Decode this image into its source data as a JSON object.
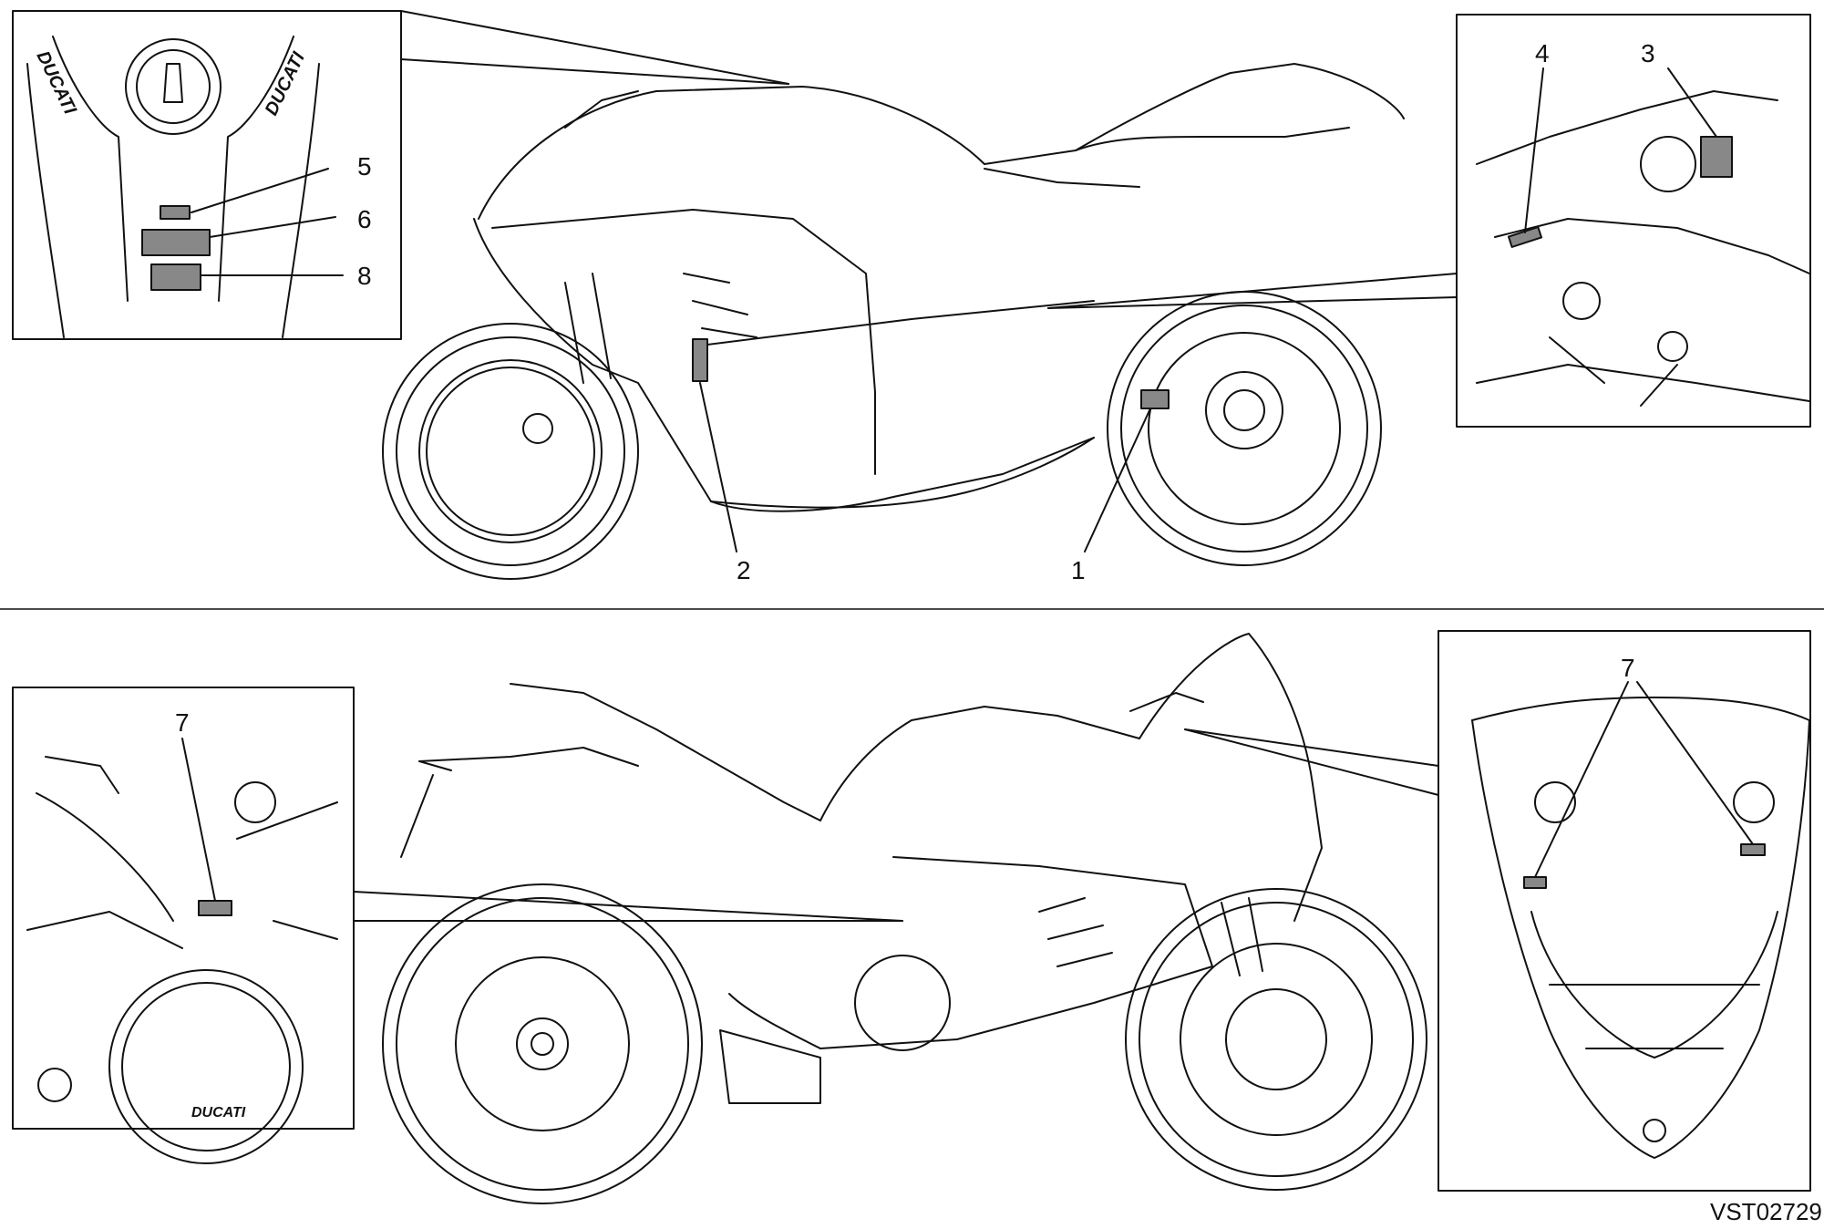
{
  "diagram": {
    "figure_code": "VST02729",
    "top_view": {
      "callouts": [
        "1",
        "2"
      ],
      "inset_tank": {
        "callouts": [
          "5",
          "6",
          "8"
        ],
        "logo": "DUCATI"
      },
      "inset_frame": {
        "callouts": [
          "4",
          "3"
        ]
      }
    },
    "bottom_view": {
      "inset_engine": {
        "callout": "7",
        "logo": "DUCATI"
      },
      "inset_front": {
        "callout": "7"
      }
    }
  }
}
